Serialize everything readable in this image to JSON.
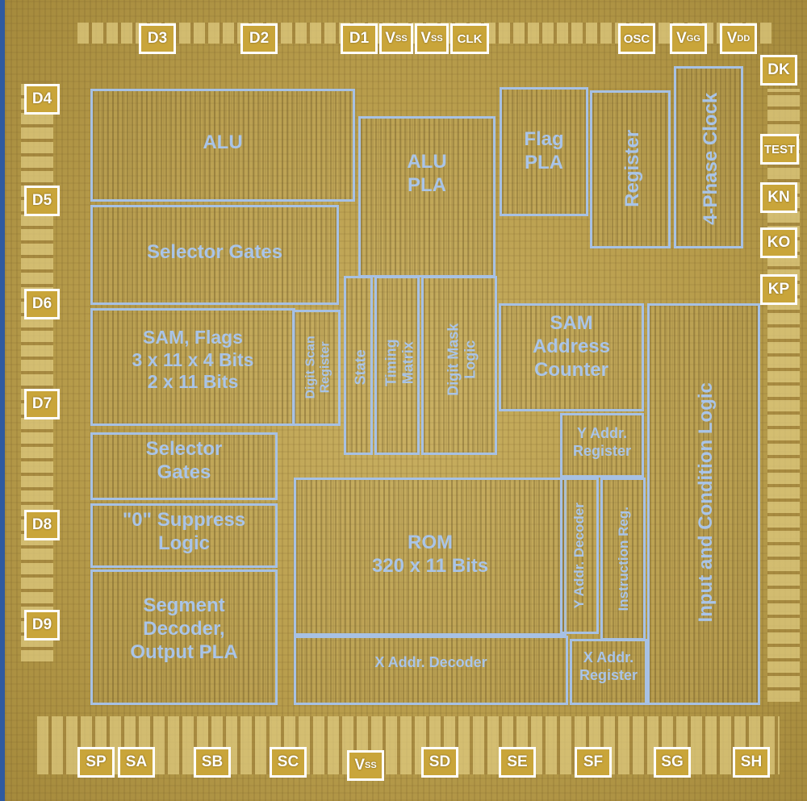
{
  "regions": {
    "alu": "ALU",
    "alu_pla": "ALU\nPLA",
    "flag_pla": "Flag\nPLA",
    "register": "Register",
    "clock": "4-Phase Clock",
    "selector_gates_top": "Selector Gates",
    "sam_flags": "SAM, Flags\n3 x 11 x 4 Bits\n2 x 11 Bits",
    "digit_scan_register": "Digit Scan\nRegister",
    "state": "State",
    "timing_matrix": "Timing\nMatrix",
    "digit_mask_logic": "Digit Mask\nLogic",
    "sam_address_counter": "SAM\nAddress\nCounter",
    "input_condition_logic": "Input and Condition Logic",
    "selector_gates_mid": "Selector\nGates",
    "zero_suppress": "\"0\" Suppress\nLogic",
    "segment_decoder": "Segment\nDecoder,\nOutput PLA",
    "rom": "ROM\n320 x 11 Bits",
    "y_addr_register": "Y Addr.\nRegister",
    "y_addr_decoder": "Y Addr. Decoder",
    "instruction_reg": "Instruction Reg.",
    "x_addr_decoder": "X Addr. Decoder",
    "x_addr_register": "X Addr.\nRegister"
  },
  "pads": {
    "top": [
      {
        "id": "d3",
        "main": "D3",
        "sub": ""
      },
      {
        "id": "d2",
        "main": "D2",
        "sub": ""
      },
      {
        "id": "d1",
        "main": "D1",
        "sub": ""
      },
      {
        "id": "vss1",
        "main": "V",
        "sub": "SS"
      },
      {
        "id": "vss2",
        "main": "V",
        "sub": "SS"
      },
      {
        "id": "clk",
        "main": "CLK",
        "sub": ""
      },
      {
        "id": "osc",
        "main": "OSC",
        "sub": ""
      },
      {
        "id": "vgg",
        "main": "V",
        "sub": "GG"
      },
      {
        "id": "vdd",
        "main": "V",
        "sub": "DD"
      }
    ],
    "left": [
      {
        "id": "d4",
        "main": "D4"
      },
      {
        "id": "d5",
        "main": "D5"
      },
      {
        "id": "d6",
        "main": "D6"
      },
      {
        "id": "d7",
        "main": "D7"
      },
      {
        "id": "d8",
        "main": "D8"
      },
      {
        "id": "d9",
        "main": "D9"
      }
    ],
    "right": [
      {
        "id": "dk",
        "main": "DK"
      },
      {
        "id": "test",
        "main": "TEST"
      },
      {
        "id": "kn",
        "main": "KN"
      },
      {
        "id": "ko",
        "main": "KO"
      },
      {
        "id": "kp",
        "main": "KP"
      }
    ],
    "bottom": [
      {
        "id": "sp",
        "main": "SP",
        "sub": ""
      },
      {
        "id": "sa",
        "main": "SA",
        "sub": ""
      },
      {
        "id": "sb",
        "main": "SB",
        "sub": ""
      },
      {
        "id": "sc",
        "main": "SC",
        "sub": ""
      },
      {
        "id": "vss3",
        "main": "V",
        "sub": "SS"
      },
      {
        "id": "sd",
        "main": "SD",
        "sub": ""
      },
      {
        "id": "se",
        "main": "SE",
        "sub": ""
      },
      {
        "id": "sf",
        "main": "SF",
        "sub": ""
      },
      {
        "id": "sg",
        "main": "SG",
        "sub": ""
      },
      {
        "id": "sh",
        "main": "SH",
        "sub": ""
      }
    ]
  }
}
